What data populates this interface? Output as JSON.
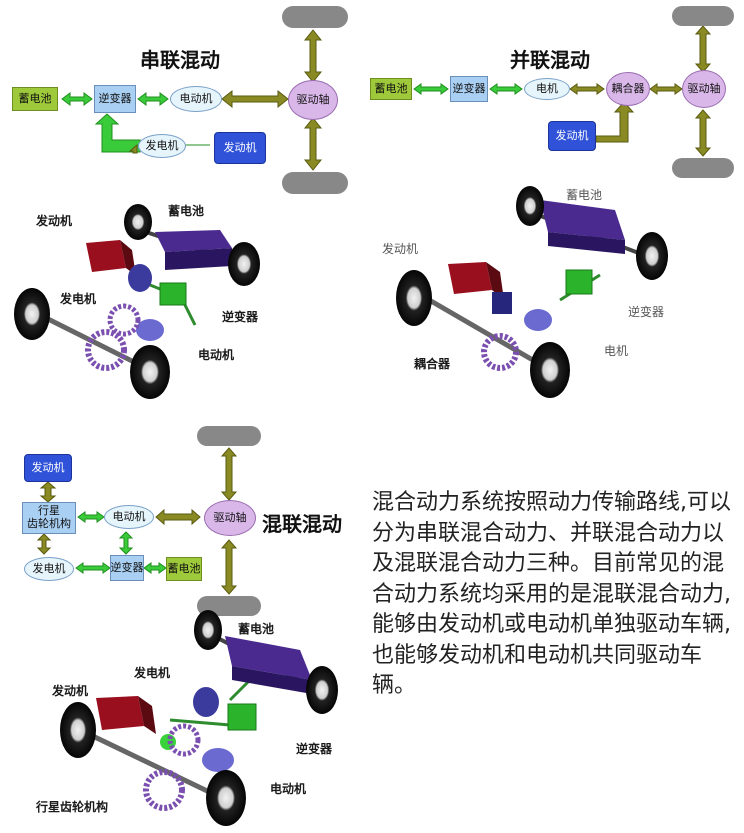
{
  "series": {
    "title": "串联混动",
    "battery": "蓄电池",
    "inverter": "逆变器",
    "motor": "电动机",
    "driveshaft": "驱动轴",
    "generator": "发电机",
    "engine": "发动机"
  },
  "parallel": {
    "title": "并联混动",
    "battery": "蓄电池",
    "inverter": "逆变器",
    "motor": "电机",
    "coupler": "耦合器",
    "driveshaft": "驱动轴",
    "engine": "发动机"
  },
  "mixed": {
    "title": "混联混动",
    "engine": "发动机",
    "planetary": "行星\n齿轮机构",
    "motor": "电动机",
    "driveshaft": "驱动轴",
    "generator": "发电机",
    "inverter": "逆变器",
    "battery": "蓄电池"
  },
  "render_series": {
    "engine": "发动机",
    "battery": "蓄电池",
    "generator": "发电机",
    "inverter": "逆变器",
    "motor": "电动机"
  },
  "render_parallel": {
    "battery": "蓄电池",
    "engine": "发动机",
    "inverter": "逆变器",
    "motor": "电机",
    "coupler": "耦合器"
  },
  "render_mixed": {
    "battery": "蓄电池",
    "generator": "发电机",
    "engine": "发动机",
    "inverter": "逆变器",
    "motor": "电动机",
    "planetary": "行星齿轮机构"
  },
  "description": "混合动力系统按照动力传输路线,可以分为串联混合动力、并联混合动力以及混联混合动力三种。目前常见的混合动力系统均采用的是混联混合动力,能够由发动机或电动机单独驱动车辆,也能够发动机和电动机共同驱动车辆。",
  "colors": {
    "green_arrow": "#33cc33",
    "olive_arrow": "#808020",
    "wheel_gray": "#888888"
  }
}
